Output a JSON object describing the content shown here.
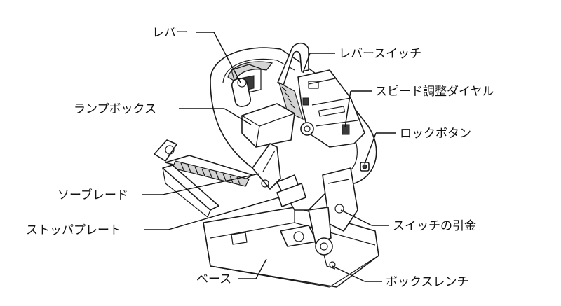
{
  "labels": {
    "lever": "レバー",
    "lever_switch": "レバースイッチ",
    "speed_dial": "スピード調整ダイヤル",
    "lamp_box": "ランプボックス",
    "lock_button": "ロックボタン",
    "saw_blade": "ソーブレード",
    "stopper_plate": "ストッパプレート",
    "switch_trigger": "スイッチの引金",
    "base": "ベース",
    "box_wrench": "ボックスレンチ"
  }
}
